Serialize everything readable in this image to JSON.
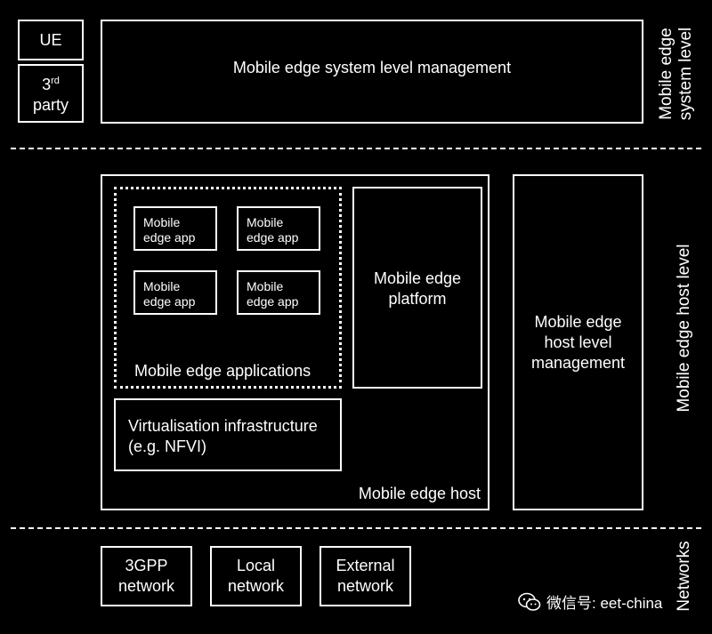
{
  "labels": {
    "ue": "UE",
    "third_party_num": "3",
    "third_party_sup": "rd",
    "third_party_word": "party",
    "system_mgmt": "Mobile edge system level management",
    "system_level_side": "Mobile edge\nsystem level",
    "host_level_side": "Mobile edge host level",
    "networks_side": "Networks",
    "app1": "Mobile\nedge app",
    "app2": "Mobile\nedge app",
    "app3": "Mobile\nedge app",
    "app4": "Mobile\nedge app",
    "applications": "Mobile edge applications",
    "platform": "Mobile edge\nplatform",
    "virtualisation": "Virtualisation infrastructure\n(e.g. NFVI)",
    "host": "Mobile edge host",
    "host_mgmt": "Mobile edge\nhost level\nmanagement",
    "net_3gpp": "3GPP\nnetwork",
    "net_local": "Local\nnetwork",
    "net_external": "External\nnetwork"
  },
  "watermark": {
    "text": "微信号: eet-china",
    "icon": "wechat-icon"
  }
}
